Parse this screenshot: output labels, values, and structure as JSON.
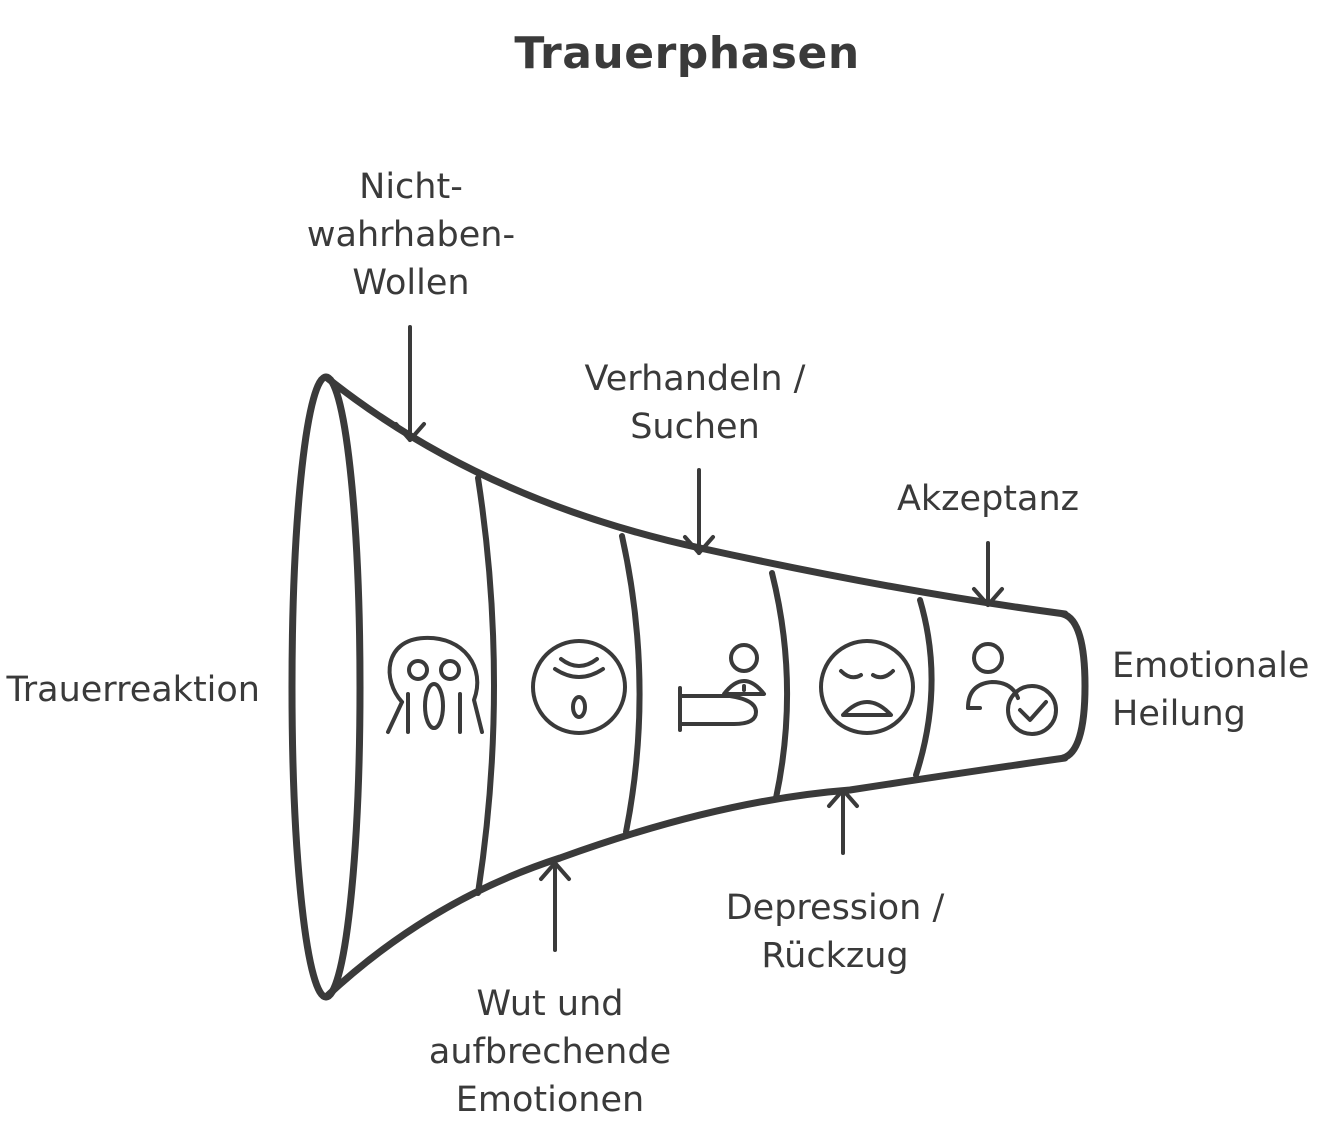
{
  "title": "Trauerphasen",
  "input_label": "Trauerreaktion",
  "output_label": "Emotionale\nHeilung",
  "phases": [
    {
      "label": "Nicht-\nwahrhaben-\nWollen",
      "icon": "screaming-face-icon"
    },
    {
      "label": "Wut und\naufbrechende\nEmotionen",
      "icon": "angry-face-icon"
    },
    {
      "label": "Verhandeln /\nSuchen",
      "icon": "person-offering-hand-icon"
    },
    {
      "label": "Depression /\nRückzug",
      "icon": "sad-face-icon"
    },
    {
      "label": "Akzeptanz",
      "icon": "person-checkmark-icon"
    }
  ],
  "colors": {
    "stroke": "#3a3a3a",
    "background": "#ffffff"
  }
}
